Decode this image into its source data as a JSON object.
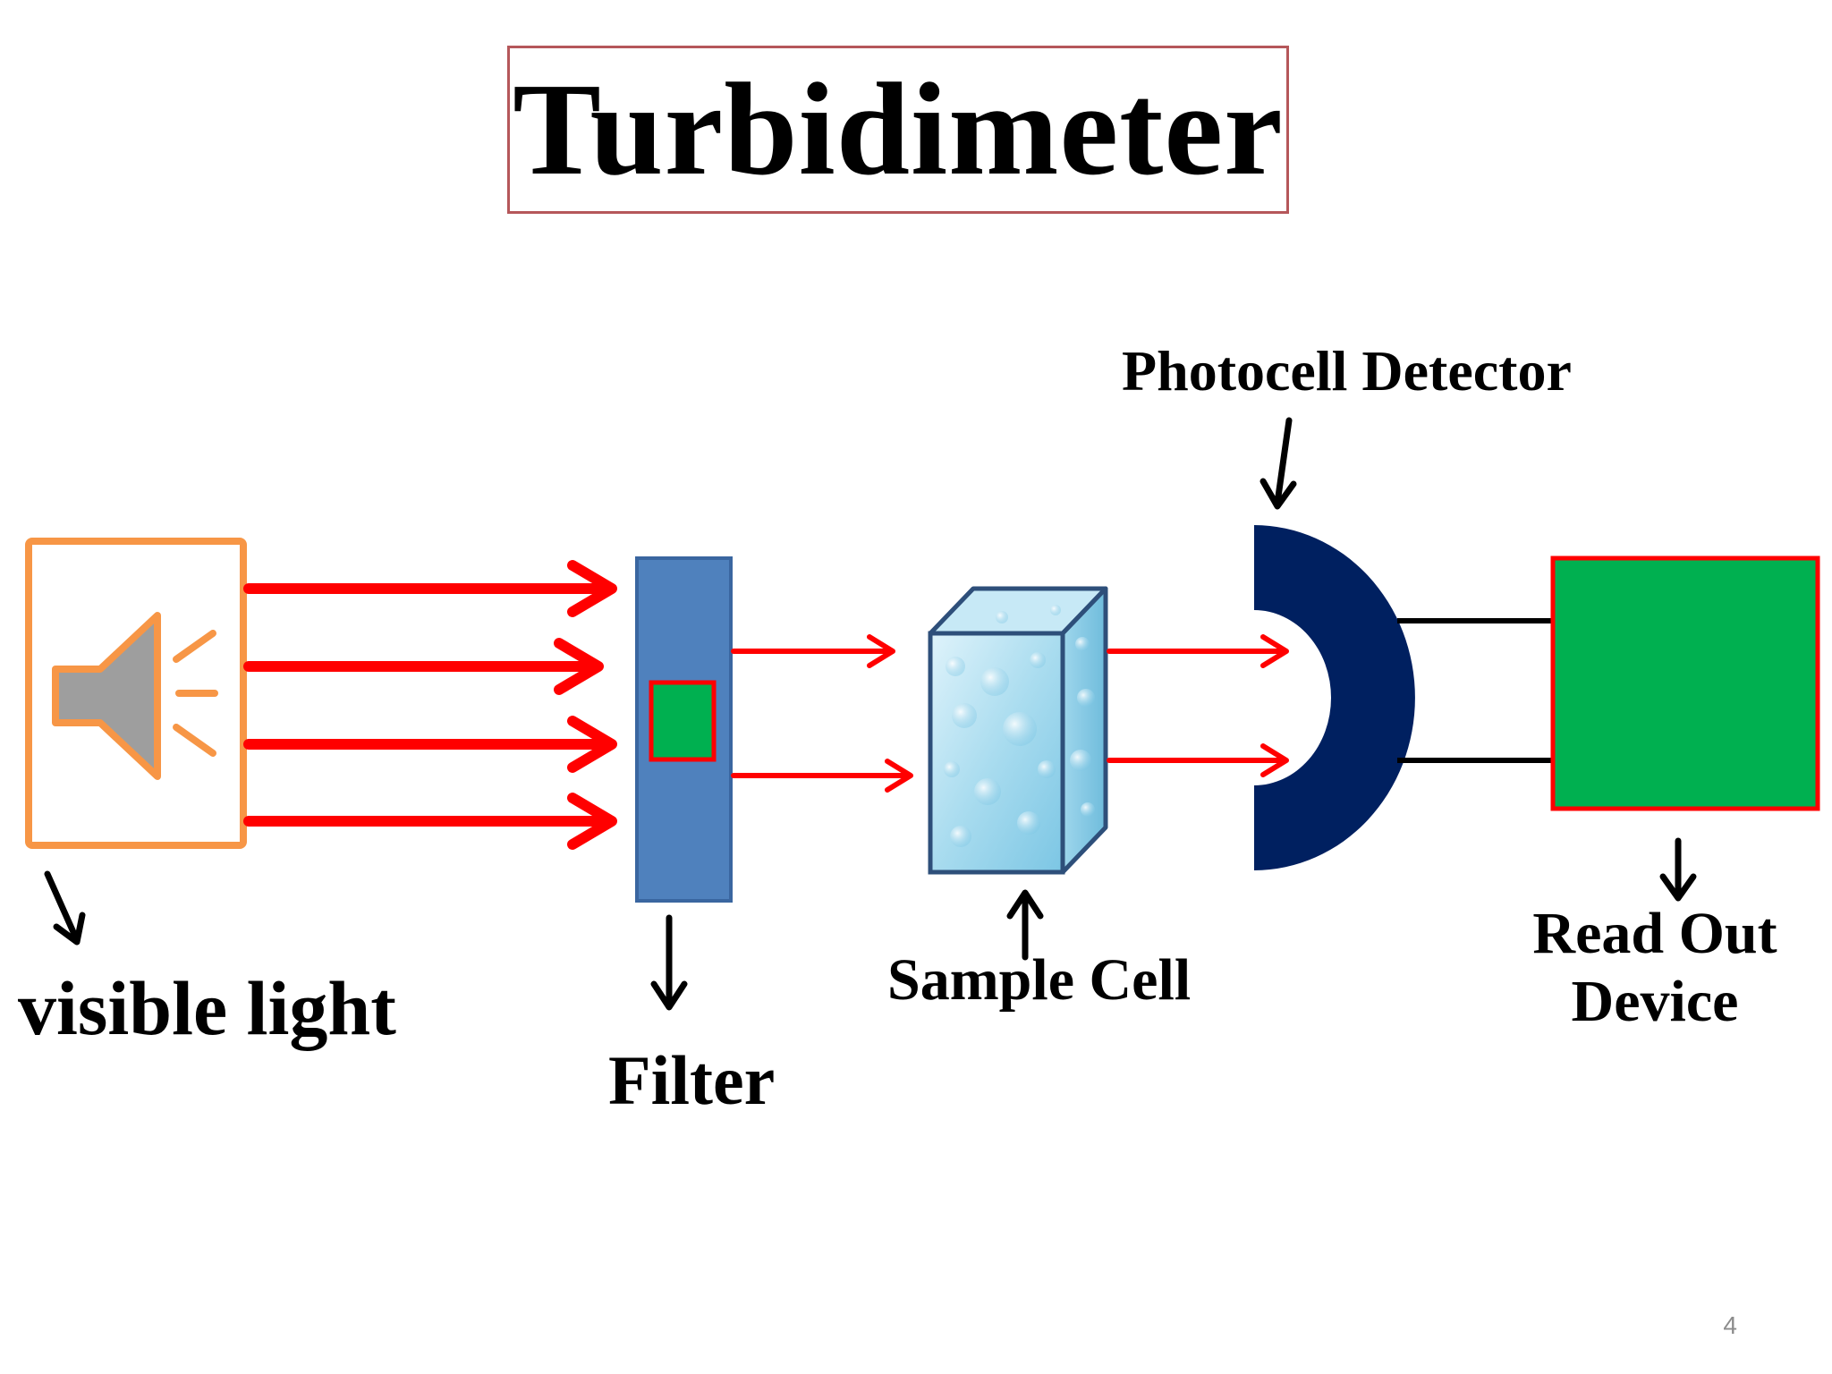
{
  "title": "Turbidimeter",
  "labels": {
    "visible_light": "visible light",
    "filter": "Filter",
    "sample_cell": "Sample Cell",
    "photocell_detector": "Photocell Detector",
    "read_out_line1": "Read Out",
    "read_out_line2": "Device"
  },
  "page_number": "4",
  "colors": {
    "beam": "#ff0000",
    "lamp_frame": "#f79646",
    "speaker": "#9e9e9e",
    "filter": "#4f81bd",
    "filter_window": "#00b050",
    "detector": "#002060",
    "readout": "#00b050",
    "title_border": "#b5575a"
  },
  "icons": {
    "lamp": "speaker-icon"
  }
}
